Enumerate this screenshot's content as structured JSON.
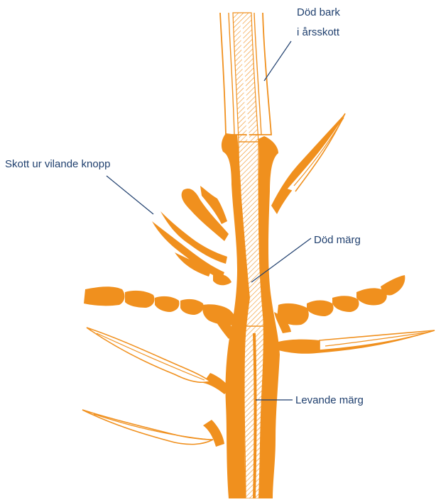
{
  "labels": {
    "dead_bark": [
      "Död bark",
      "i årsskott"
    ],
    "dormant_bud_shoot": "Skott ur vilande knopp",
    "dead_pith": "Död märg",
    "living_pith": "Levande märg"
  },
  "colors": {
    "wood": "#f0901e",
    "outline": "#f0901e",
    "hatch": "#f0901e",
    "text": "#1f3f6e",
    "leader": "#1f3f6e"
  }
}
